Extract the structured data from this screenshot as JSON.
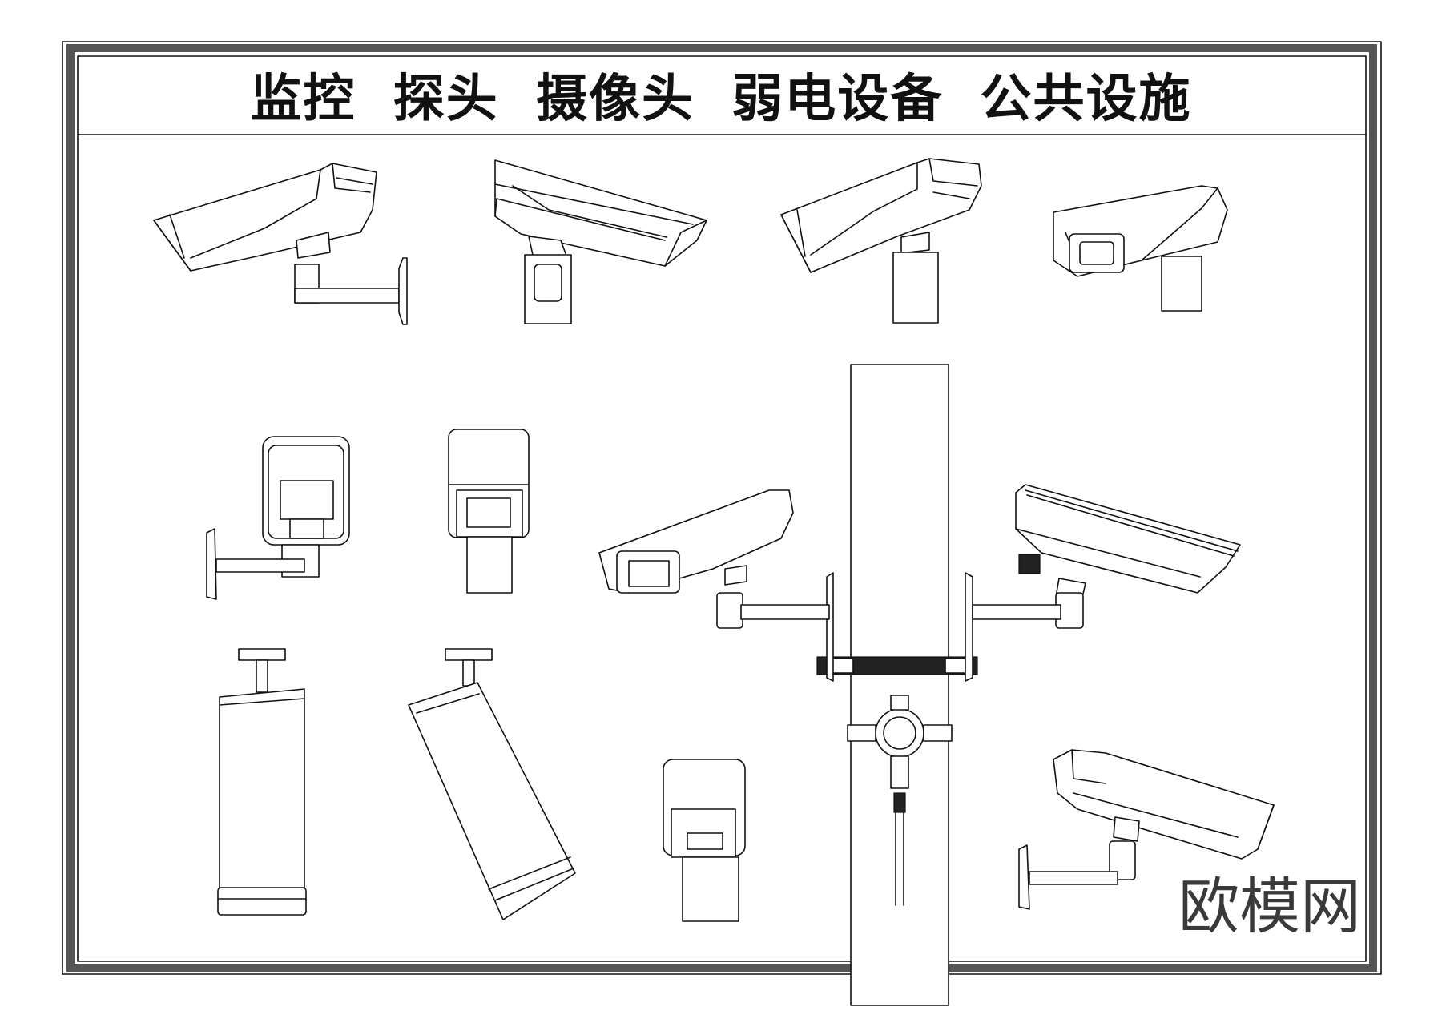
{
  "title": "监控  探头  摄像头  弱电设备  公共设施",
  "logo_text": "欧模网",
  "drawing_items": [
    "camera-bracket-side-left",
    "camera-box-side-right",
    "camera-box-side-left",
    "camera-box-front-angled",
    "camera-wall-mount-front",
    "camera-front-view",
    "camera-vertical-hanging",
    "camera-tilted-hanging",
    "camera-small-front",
    "pole-double-camera-mount",
    "camera-wall-bracket-right"
  ],
  "colors": {
    "line": "#111111",
    "background": "#ffffff",
    "logo": "#3a3a3a"
  }
}
